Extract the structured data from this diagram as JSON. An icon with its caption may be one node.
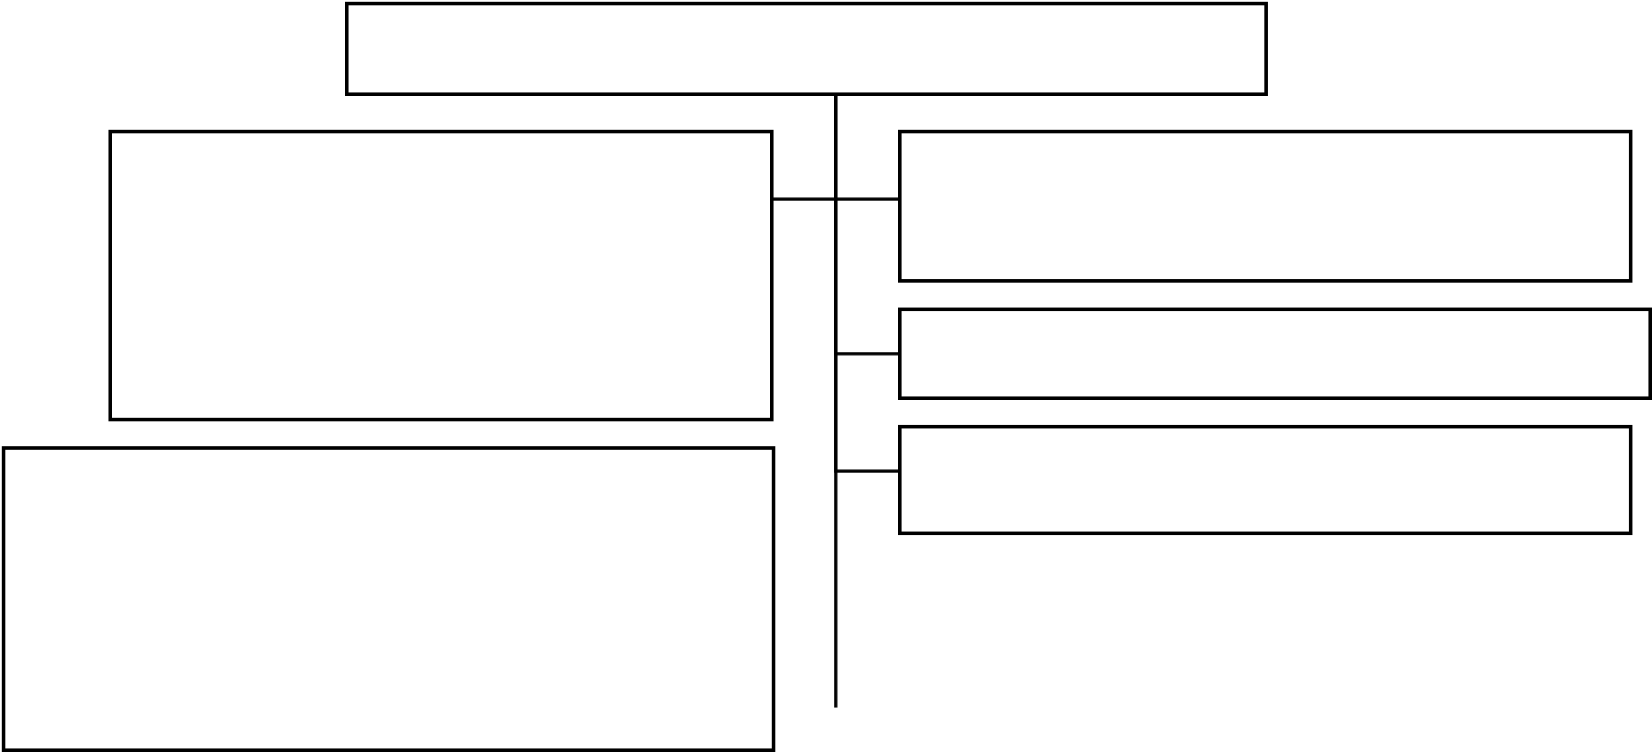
{
  "diagram": {
    "nodes": [
      {
        "text": [],
        "shape": "box"
      },
      {
        "text": [],
        "shape": "box"
      },
      {
        "text": [],
        "shape": "box"
      },
      {
        "text": [],
        "shape": "box"
      },
      {
        "text": [],
        "shape": "box"
      },
      {
        "text": [],
        "shape": "box"
      }
    ],
    "edges": [
      {
        "from": 0,
        "to": 1,
        "arrow": "none"
      },
      {
        "from": 0,
        "to": 2,
        "arrow": "none"
      },
      {
        "from": 0,
        "to": 3,
        "arrow": "none"
      },
      {
        "from": 0,
        "to": 4,
        "arrow": "none"
      },
      {
        "from": 0,
        "to": null,
        "arrow": "none"
      }
    ]
  }
}
